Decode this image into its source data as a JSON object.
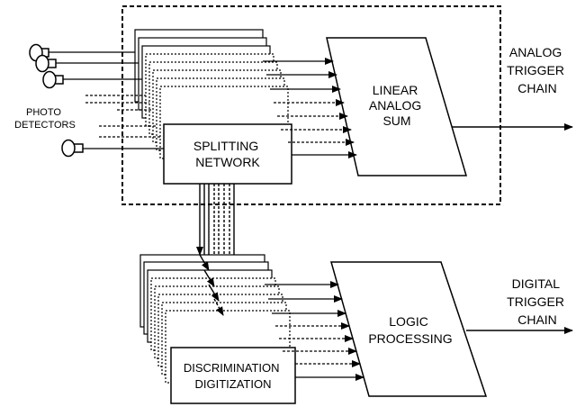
{
  "labels": {
    "photo_detectors": [
      "PHOTO",
      "DETECTORS"
    ],
    "splitting_network": [
      "SPLITTING",
      "NETWORK"
    ],
    "linear_analog_sum": [
      "LINEAR",
      "ANALOG",
      "SUM"
    ],
    "analog_trigger_chain": [
      "ANALOG",
      "TRIGGER",
      "CHAIN"
    ],
    "discrimination_digitization": [
      "DISCRIMINATION",
      "DIGITIZATION"
    ],
    "logic_processing": [
      "LOGIC",
      "PROCESSING"
    ],
    "digital_trigger_chain": [
      "DIGITAL",
      "TRIGGER",
      "CHAIN"
    ]
  },
  "colors": {
    "stroke": "#000000",
    "background": "#ffffff"
  }
}
